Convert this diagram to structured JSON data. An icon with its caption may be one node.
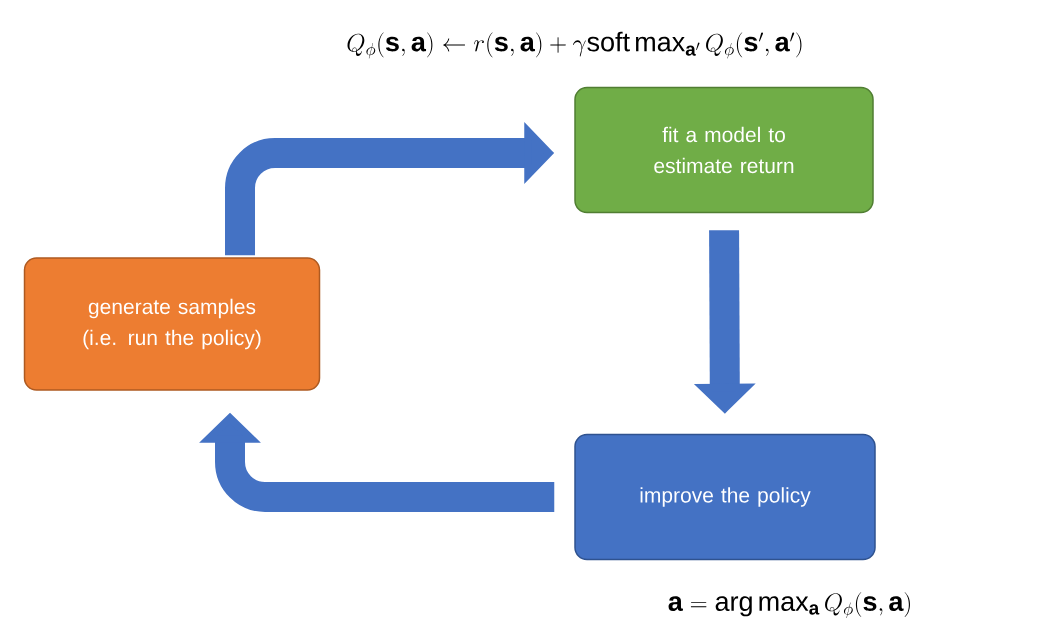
{
  "diagram": {
    "nodes": [
      {
        "text": [
          "generate samples (i.e. run the policy)"
        ]
      },
      {
        "text": [
          "fit a model to estimate return"
        ]
      },
      {
        "text": [
          "improve the policy"
        ]
      }
    ],
    "edges": [
      {
        "from": 0,
        "to": 1,
        "arrow": "to"
      },
      {
        "from": 1,
        "to": 2,
        "arrow": "to"
      },
      {
        "from": 2,
        "to": 0,
        "arrow": "to"
      }
    ],
    "labels": [
      "Q_\\phi(\\mathbf{s},\\mathbf{a}) \\leftarrow r(\\mathbf{s},\\mathbf{a}) + \\gamma \\mathrm{soft}\\max_{\\mathbf{a}'} Q_\\phi(\\mathbf{s}',\\mathbf{a}')",
      "\\mathbf{a} = \\arg\\max_{\\mathbf{a}} Q_\\phi(\\mathbf{s},\\mathbf{a})"
    ]
  }
}
